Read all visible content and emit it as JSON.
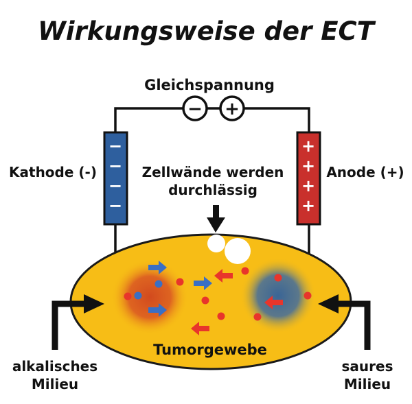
{
  "title": "Wirkungsweise der ECT",
  "voltage": {
    "label": "Gleichspannung",
    "minus_symbol": "−",
    "plus_symbol": "+"
  },
  "cathode": {
    "label": "Kathode (-)",
    "sign": "−",
    "sign_count": 4,
    "color": "#2e5f9e"
  },
  "anode": {
    "label": "Anode (+)",
    "sign": "+",
    "sign_count": 4,
    "color": "#c9302c"
  },
  "membrane": {
    "line1": "Zellwände werden",
    "line2": "durchlässig"
  },
  "tissue": {
    "label": "Tumorgewebe",
    "color": "#f7bd16"
  },
  "left_milieu": {
    "line1": "alkalisches",
    "line2": "Milieu"
  },
  "right_milieu": {
    "line1": "saures",
    "line2": "Milieu"
  },
  "colors": {
    "red_particle": "#e8352b",
    "blue_particle": "#3a6fc4",
    "orange_zone": "#d9541f",
    "blue_zone": "#3b6a9c"
  }
}
